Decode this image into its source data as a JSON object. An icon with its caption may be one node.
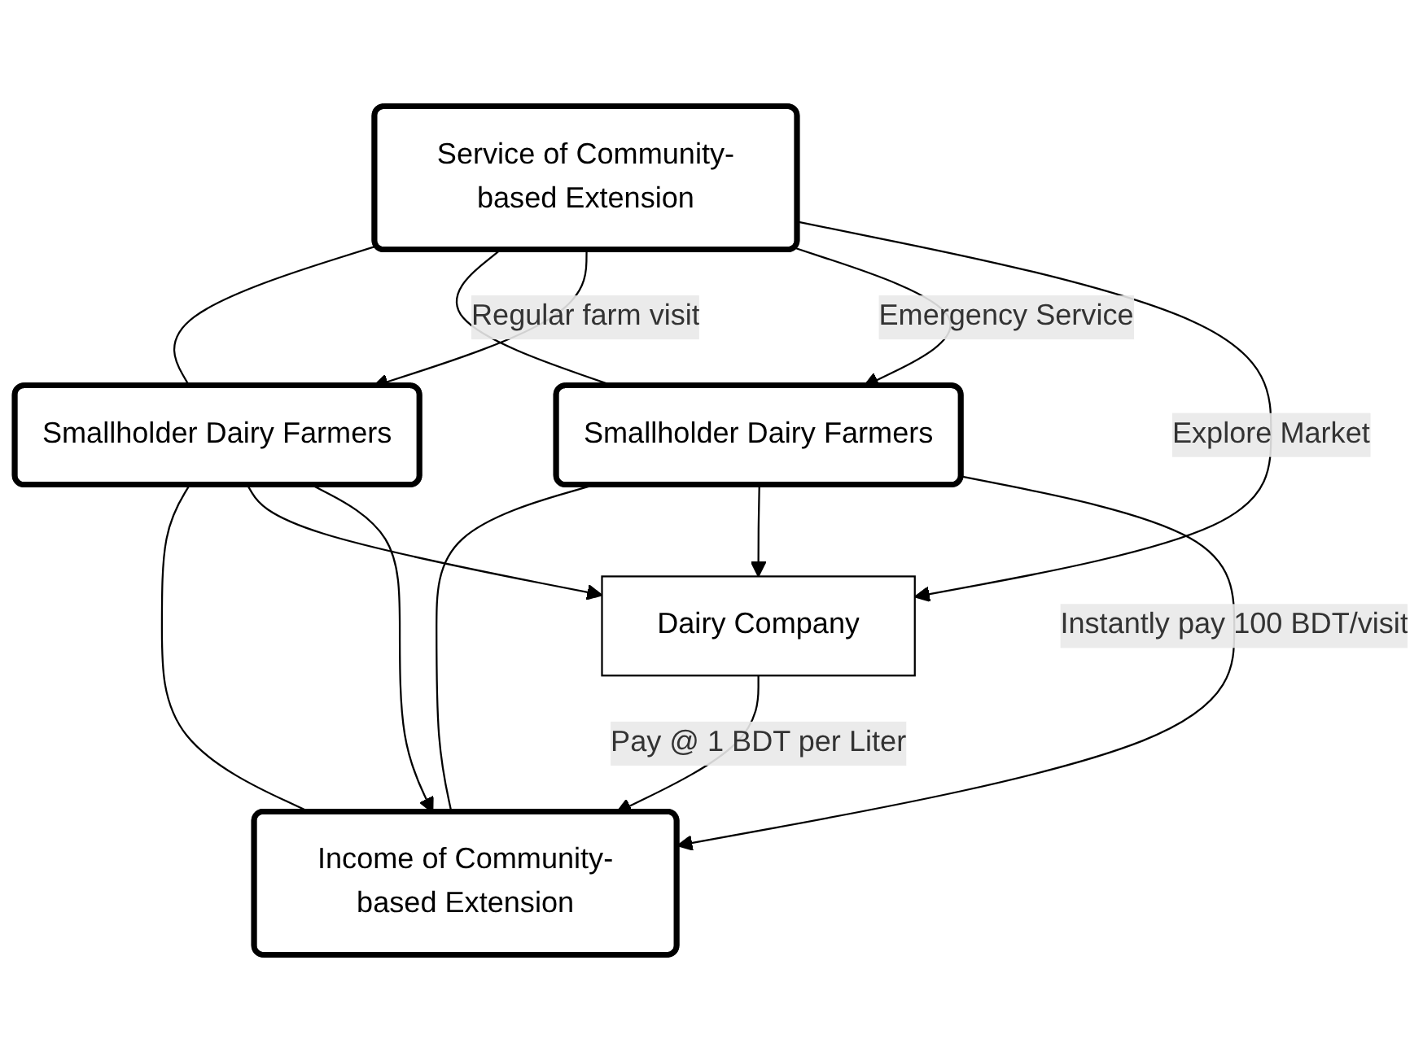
{
  "diagram": {
    "nodes": [
      {
        "text": [
          "Service of Community-based Extension"
        ]
      },
      {
        "text": [
          "Smallholder Dairy Farmers"
        ]
      },
      {
        "text": [
          "Dairy Company"
        ]
      },
      {
        "text": [
          "Smallholder Dairy Farmers"
        ]
      },
      {
        "text": [
          "Income of Community-based Extension"
        ]
      }
    ],
    "edges": [
      {
        "from": 0,
        "to": 1,
        "arrow": "none"
      },
      {
        "from": 0,
        "to": 3,
        "arrow": "none"
      },
      {
        "from": 1,
        "to": 4,
        "arrow": "none"
      },
      {
        "from": 3,
        "to": 4,
        "arrow": "none"
      },
      {
        "from": 0,
        "to": 1,
        "arrow": "to",
        "label": "Regular farm visit"
      },
      {
        "from": 0,
        "to": 3,
        "arrow": "to",
        "label": "Emergency Service"
      },
      {
        "from": 0,
        "to": 2,
        "arrow": "to",
        "label": "Explore Market"
      },
      {
        "from": 1,
        "to": 2,
        "arrow": "to"
      },
      {
        "from": 3,
        "to": 2,
        "arrow": "to"
      },
      {
        "from": 2,
        "to": 4,
        "arrow": "to",
        "label": "Pay @ 1 BDT per Liter"
      },
      {
        "from": 1,
        "to": 4,
        "arrow": "to"
      },
      {
        "from": 3,
        "to": 4,
        "arrow": "to",
        "label": "Instantly pay 100 BDT/visit"
      }
    ]
  }
}
